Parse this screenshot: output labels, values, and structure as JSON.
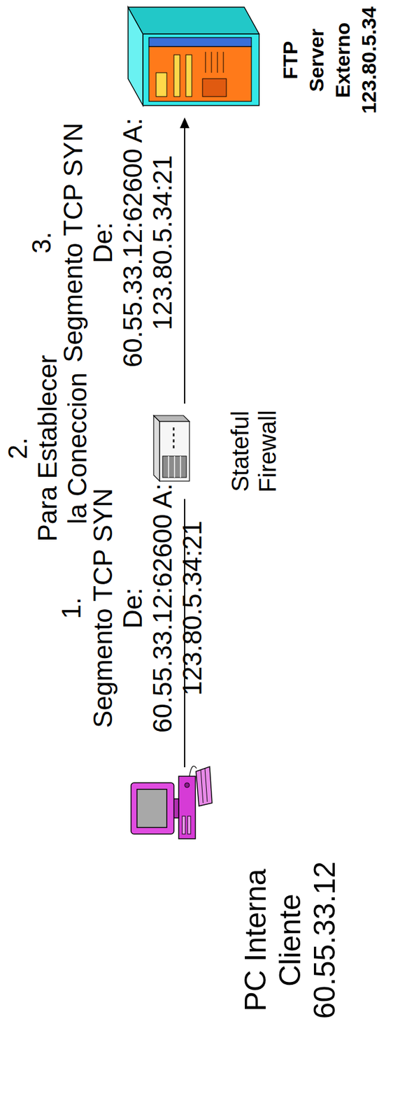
{
  "diagram": {
    "nodes": [
      {
        "text": [
          "PC Interna Cliente",
          "60.55.33.12"
        ]
      },
      {
        "text": [
          "Stateful Firewall"
        ]
      },
      {
        "text": [
          "FTP Server Externo",
          "123.80.5.34"
        ]
      }
    ],
    "edges": [
      {
        "from": 0,
        "to": 1,
        "arrow": "none",
        "label": "Segmento TCP SYN De: 60.55.33.12:62600 A: 123.80.5.34:21"
      },
      {
        "from": 1,
        "to": 2,
        "arrow": "to",
        "label": "Segmento TCP SYN De: 60.55.33.12:62600 A: 123.80.5.34:21"
      }
    ],
    "labels": [
      "1.",
      "2.",
      "Para Establecer la Coneccion",
      "3."
    ]
  }
}
